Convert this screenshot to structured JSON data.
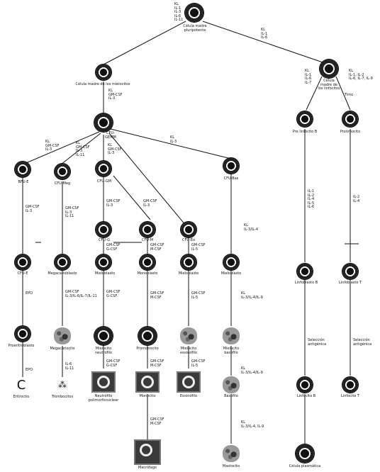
{
  "nodes": [
    {
      "id": "stem",
      "label": "Célula madre\npluripotente"
    },
    {
      "id": "myeloid_stem",
      "label": "Célula madre de los mielocitos"
    },
    {
      "id": "lymph_stem",
      "label": "Célula\nmadre de\nlos linfocitos"
    },
    {
      "id": "cfu_gemm",
      "label": "CFU-\nGEMM"
    },
    {
      "id": "pre_b",
      "label": "Pre linfocito B"
    },
    {
      "id": "prothymo",
      "label": "Protimocito"
    },
    {
      "id": "bfu_e",
      "label": "BFU-E"
    },
    {
      "id": "cfu_meg",
      "label": "CFU-Meg"
    },
    {
      "id": "cfu_gm",
      "label": "CFU-GM"
    },
    {
      "id": "cfu_bas",
      "label": "CFU-Bas"
    },
    {
      "id": "cfu_g",
      "label": "CFU-G"
    },
    {
      "id": "cfu_m",
      "label": "CFU-M"
    },
    {
      "id": "cfu_eo",
      "label": "CFU-Eo"
    },
    {
      "id": "cfu_e",
      "label": "CFU-E"
    },
    {
      "id": "megakaryoblast",
      "label": "Megacarioblasto"
    },
    {
      "id": "myeloblast1",
      "label": "Mieloblasto"
    },
    {
      "id": "monoblast",
      "label": "Monoblasto"
    },
    {
      "id": "myeloblast2",
      "label": "Mieloblasto"
    },
    {
      "id": "myeloblast3",
      "label": "Mieloblasto"
    },
    {
      "id": "lymphoblast_b",
      "label": "Linfoblasto B"
    },
    {
      "id": "lymphoblast_t",
      "label": "Linfoblasto T"
    },
    {
      "id": "proerythro",
      "label": "Proeritroblasto"
    },
    {
      "id": "megakaryocyte",
      "label": "Megacariocito"
    },
    {
      "id": "myelo_neut",
      "label": "Mielocito\nneutrófilo"
    },
    {
      "id": "promonocyte",
      "label": "Promonocito"
    },
    {
      "id": "myelo_eos",
      "label": "Mielocito\neosinófilo"
    },
    {
      "id": "myelo_bas",
      "label": "Mielocito\nbasófilo"
    },
    {
      "id": "erythrocyte",
      "label": "Eritrocito"
    },
    {
      "id": "platelets",
      "label": "Trombocitos"
    },
    {
      "id": "neutrophil",
      "label": "Neutrófilo\npolimorfonuclear"
    },
    {
      "id": "monocyte",
      "label": "Monocito"
    },
    {
      "id": "eosinophil",
      "label": "Eosinófilo"
    },
    {
      "id": "basophil",
      "label": "Basófilo"
    },
    {
      "id": "lymph_b",
      "label": "Linfocito B"
    },
    {
      "id": "lymph_t",
      "label": "Linfocito T"
    },
    {
      "id": "macrophage",
      "label": "Macrófago"
    },
    {
      "id": "mastocyte",
      "label": "Mastocito"
    },
    {
      "id": "plasma",
      "label": "Célula plasmática"
    }
  ],
  "factors": [
    {
      "id": "f_stem",
      "text": "KL\nIL-1\nIL-3\nIL-6\nIL-11"
    },
    {
      "id": "f_stem_lymph",
      "text": "KL\nIL-1\nIL-6"
    },
    {
      "id": "f_myeloid",
      "text": "KL\nGM-CSF\nIL-3"
    },
    {
      "id": "f_preb",
      "text": "KL\nIL-1\nIL-6\nIL-7"
    },
    {
      "id": "f_prothymo",
      "text": "KL\nIL-1, IL-2\nIL-6, IL-7, IL-9"
    },
    {
      "id": "f_thymus",
      "text": "Timo"
    },
    {
      "id": "f_gemm_bfu",
      "text": "KL\nGM-CSF\nIL-3"
    },
    {
      "id": "f_gemm_meg",
      "text": "KL\nGM-CSF\nIL-3\nIL-11"
    },
    {
      "id": "f_gemm_gm",
      "text": "KL\nGM-CSF\nIL-3"
    },
    {
      "id": "f_gemm_bas",
      "text": "KL\nIL-3"
    },
    {
      "id": "f_bfu_cfue",
      "text": "GM-CSF\nIL-3"
    },
    {
      "id": "f_meg_mkb",
      "text": "GM-CSF\nIL-3\nIL-11"
    },
    {
      "id": "f_gm_g",
      "text": "GM-CSF\nIL-3"
    },
    {
      "id": "f_gm_m",
      "text": "GM-CSF\nIL-3"
    },
    {
      "id": "f_bas_mb",
      "text": "KL\nIL-3/IL-4"
    },
    {
      "id": "f_b_chain",
      "text": "IL-1\nIL-2\nIL-4\nIL-5\nIL-6"
    },
    {
      "id": "f_t_chain",
      "text": "IL-2\nIL-4"
    },
    {
      "id": "f_g_mb",
      "text": "GM-CSF\nG-CSF"
    },
    {
      "id": "f_m_mb",
      "text": "GM-CSF\nM-CSF"
    },
    {
      "id": "f_eo_mb",
      "text": "GM-CSF\nIL-5"
    },
    {
      "id": "f_epo1",
      "text": "EPO"
    },
    {
      "id": "f_mkb_mk",
      "text": "GM-CSF\nIL-3/IL-6/IL-7/IL-11"
    },
    {
      "id": "f_mb_neut",
      "text": "GM-CSF\nG-CSF"
    },
    {
      "id": "f_mono_pro",
      "text": "GM-CSF\nM-CSF"
    },
    {
      "id": "f_mb_eos",
      "text": "GM-CSF\nIL-5"
    },
    {
      "id": "f_bas_2",
      "text": "KL\nIL-3/IL-4/IL-9"
    },
    {
      "id": "f_epo2",
      "text": "EPO"
    },
    {
      "id": "f_mk_plt",
      "text": "IL-6\nIL-11"
    },
    {
      "id": "f_neut",
      "text": "GM-CSF\nG-CSF"
    },
    {
      "id": "f_promo",
      "text": "GM-CSF\nM-CSF"
    },
    {
      "id": "f_eos",
      "text": "GM-CSF\nIL-5"
    },
    {
      "id": "f_bas_3",
      "text": "KL\nIL-3/IL-4/IL-9"
    },
    {
      "id": "f_sel_b",
      "text": "Selección\nantigénica"
    },
    {
      "id": "f_sel_t",
      "text": "Selección\nantigénica"
    },
    {
      "id": "f_macro",
      "text": "GM-CSF\nM-CSF"
    },
    {
      "id": "f_mast",
      "text": "KL\nIL-3/IL-4, IL-9"
    }
  ]
}
